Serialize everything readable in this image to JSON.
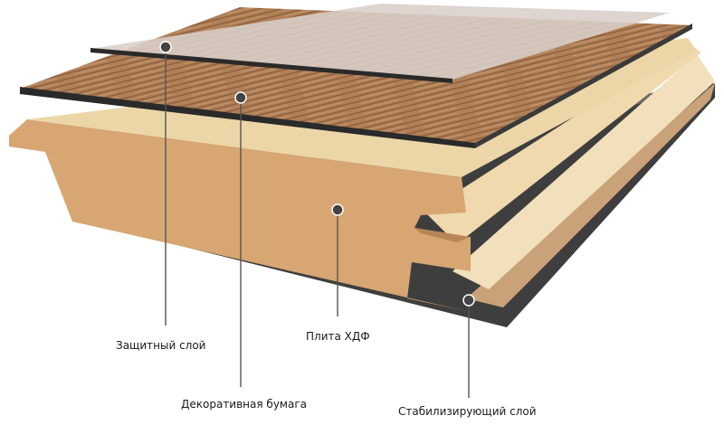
{
  "labels": {
    "protective_layer": "Защитный слой",
    "decorative_paper": "Декоративная бумага",
    "hdf_board": "Плита ХДФ",
    "stabilizing_layer": "Стабилизирующий слой"
  },
  "colors": {
    "overlay": "#d6cdc8",
    "wood_light": "#b58660",
    "wood_dark": "#8a5a38",
    "hdf_face": "#d4a46e",
    "hdf_top": "#eedbb5",
    "tongue": "#f3e6c6",
    "backing": "#5a5a5a",
    "backing_dark": "#3a3a3a",
    "leader_line": "#555555",
    "dot": "#444444"
  }
}
